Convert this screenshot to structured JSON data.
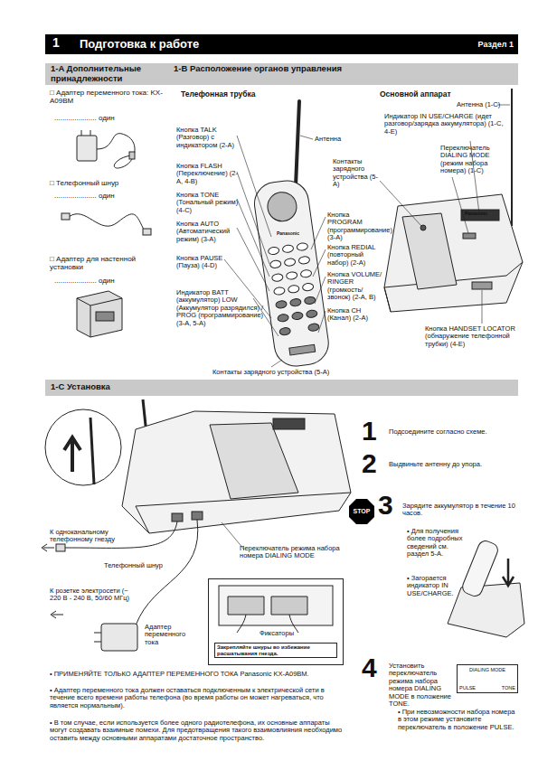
{
  "diagram": {
    "nodes": [
      {
        "text": [
          "1",
          "Подготовка к работе",
          "Раздел 1"
        ]
      },
      {
        "text": [
          "1-A Дополнительные принадлежности",
          "1-B Расположение органов управления"
        ]
      },
      {
        "text": [
          "1-C Установка"
        ]
      },
      {
        "text": [
          "STOP"
        ]
      },
      {
        "text": [
          "DIALING MODE",
          "PULSE",
          "TONE"
        ]
      },
      {
        "text": [
          "Фиксаторы",
          "Закрепляйте шнуры во избежание расшатывания гнезда."
        ]
      }
    ],
    "labels": [
      "□ Адаптер переменного тока: KX-A09BM",
      "..................... один",
      "□ Телефонный шнур",
      "..................... один",
      "□ Адаптер для настенной установки",
      "..................... один",
      "Телефонная трубка",
      "Антенна",
      "Кнопка TALK (Разговор) с индикатором (2-А)",
      "Кнопка FLASH (Переключение) (2-А, 4-В)",
      "Кнопка TONE (Тональный режим) (4-С)",
      "Кнопка AUTO (Автоматический режим) (3-А)",
      "Кнопка PAUSE (Пауза) (4-D)",
      "Индикатор BATT (аккумулятор) LOW (Аккумулятор разрядился) / PROG (программирование) (3-А, 5-А)",
      "Контакты зарядного устройства (5-А)",
      "Кнопка PROGRAM (программирование) (3-А)",
      "Кнопка REDIAL (повторный набор) (2-А)",
      "Кнопка VOLUME/ RINGER (громкость/ звонок) (2-А, В)",
      "Кнопка CH (Канал) (2-А)",
      "Panasonic",
      "Основной аппарат",
      "Антенна (1-С)",
      "Индикатор IN USE/CHARGE (идет разговор/зарядка аккумулятора) (1-С, 4-Е)",
      "Переключатель DIALING MODE (режим набора номера) (1-С)",
      "Контакты зарядного устройства (5-А)",
      "Кнопка HANDSET LOCATOR (обнаружение телефонной трубки) (4-Е)",
      "Panasonic",
      "К одноканальному телефонному гнезду",
      "Телефонный шнур",
      "К розетке электросети (~ 220 В - 240 В, 50/60 МГц)",
      "Адаптер переменного тока",
      "Переключатель режима набора номера DIALING MODE",
      "1",
      "Подсоедините согласно схеме.",
      "2",
      "Выдвиньте антенну до упора.",
      "3",
      "Зарядите аккумулятор в течение 10 часов.",
      "• Для получения более подробных сведений см. раздел 5-А.",
      "• Загорается индикатор IN USE/CHARGE.",
      "4",
      "Установить переключатель режима набора номера DIALING MODE в положение TONE.",
      "• При невозможности набора номера в этом режиме установите переключатель в положение PULSE.",
      "• ПРИМЕНЯЙТЕ ТОЛЬКО АДАПТЕР ПЕРЕМЕННОГО ТОКА Panasonic KX-A09BM.",
      "• Адаптер переменного тока должен оставаться подключенным к электрической сети в течение всего времени работы телефона (во время работы он может нагреваться, что является нормальным).",
      "• В том случае, если используется более одного радиотелефона, их основные аппараты могут создавать взаимные помехи. Для предотвращения такого взаимовлияния необходимо оставить между основными аппаратами достаточное пространство."
    ]
  }
}
